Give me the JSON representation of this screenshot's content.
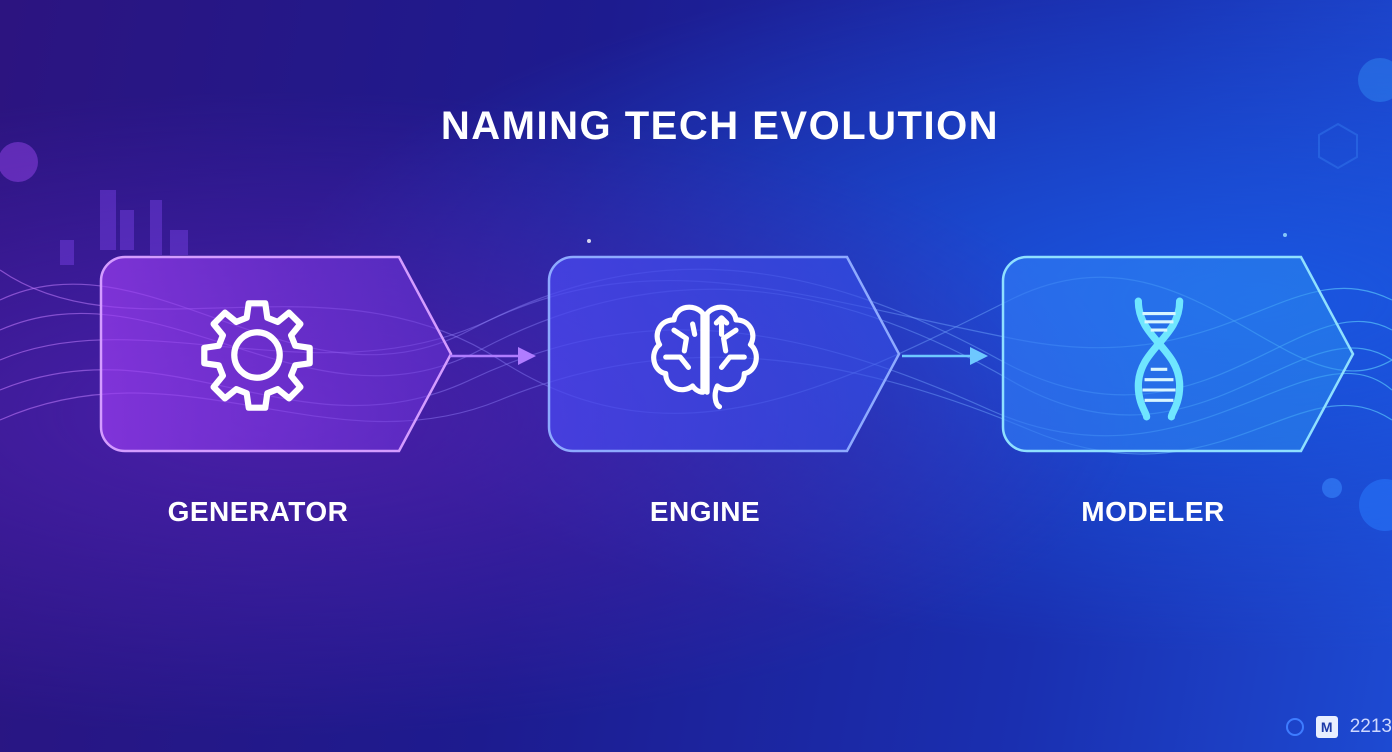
{
  "title": "NAMING TECH EVOLUTION",
  "steps": [
    {
      "label": "GENERATOR",
      "icon": "gear-icon",
      "color": "#b45bff"
    },
    {
      "label": "ENGINE",
      "icon": "brain-icon",
      "color": "#5f7bff"
    },
    {
      "label": "MODELER",
      "icon": "dna-icon",
      "color": "#49c6ff"
    }
  ],
  "footer": {
    "logo_letter": "M",
    "code": "2213"
  },
  "colors": {
    "bg_left": "#2c1480",
    "bg_right": "#1d4ad2",
    "accent": "#3e7cff"
  }
}
